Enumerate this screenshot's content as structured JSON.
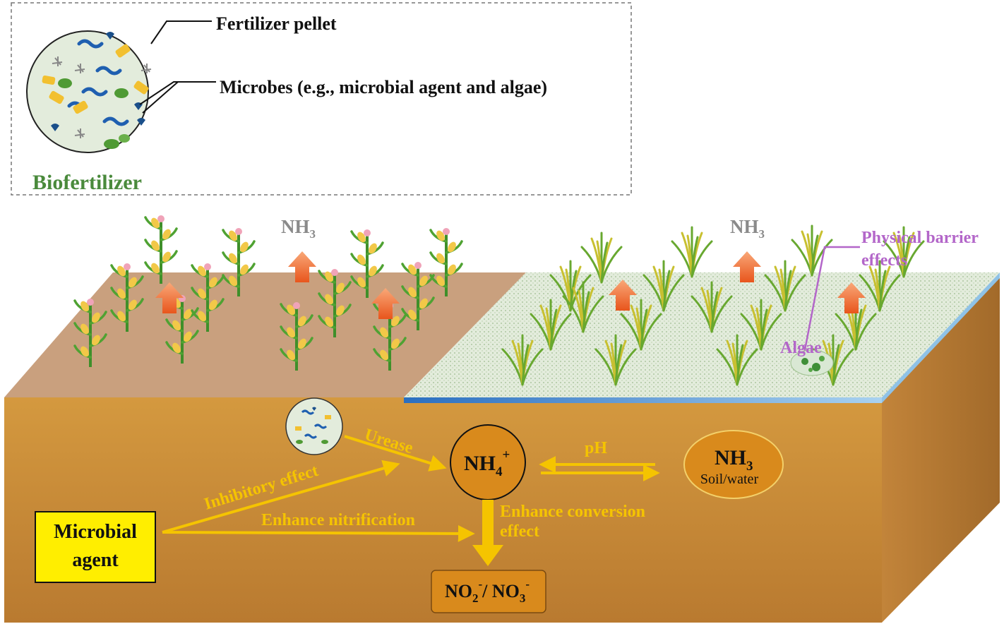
{
  "inset": {
    "fertilizer_pellet_label": "Fertilizer pellet",
    "microbes_label": "Microbes (e.g., microbial agent and algae)",
    "title": "Biofertilizer"
  },
  "field": {
    "left_nh3": {
      "main": "NH",
      "sub": "3"
    },
    "right_nh3": {
      "main": "NH",
      "sub": "3"
    },
    "physical_barrier_line1": "Physical barrier",
    "physical_barrier_line2": "effects",
    "algae_label": "Algae"
  },
  "soil": {
    "urease_label": "Urease",
    "inhibitory_label": "Inhibitory effect",
    "enhance_nitrification_label": "Enhance nitrification",
    "nh4": {
      "main": "NH",
      "sub": "4",
      "sup": "+"
    },
    "ph_label": "pH",
    "nh3_soil": {
      "main": "NH",
      "sub": "3",
      "caption": "Soil/water"
    },
    "enhance_conversion_line1": "Enhance conversion",
    "enhance_conversion_line2": "effect",
    "microbial_agent_line1": "Microbial",
    "microbial_agent_line2": "agent",
    "no_box": {
      "a": "NO",
      "a_sub": "2",
      "a_sup": "-",
      "sep": "/ ",
      "b": "NO",
      "b_sub": "3",
      "b_sup": "-"
    }
  },
  "colors": {
    "soil_top_left": "#c9a07e",
    "soil_front": "#c9893a",
    "soil_side": "#a8732f",
    "water_surface": "#dce8d6",
    "flow_arrow": "#f5c400",
    "emission_arrow": "#f07a3a",
    "nh4_fill": "#d98a1c",
    "title_green": "#4a8a3c",
    "annotation_purple": "#b366c9",
    "microbial_box": "#ffee00"
  }
}
